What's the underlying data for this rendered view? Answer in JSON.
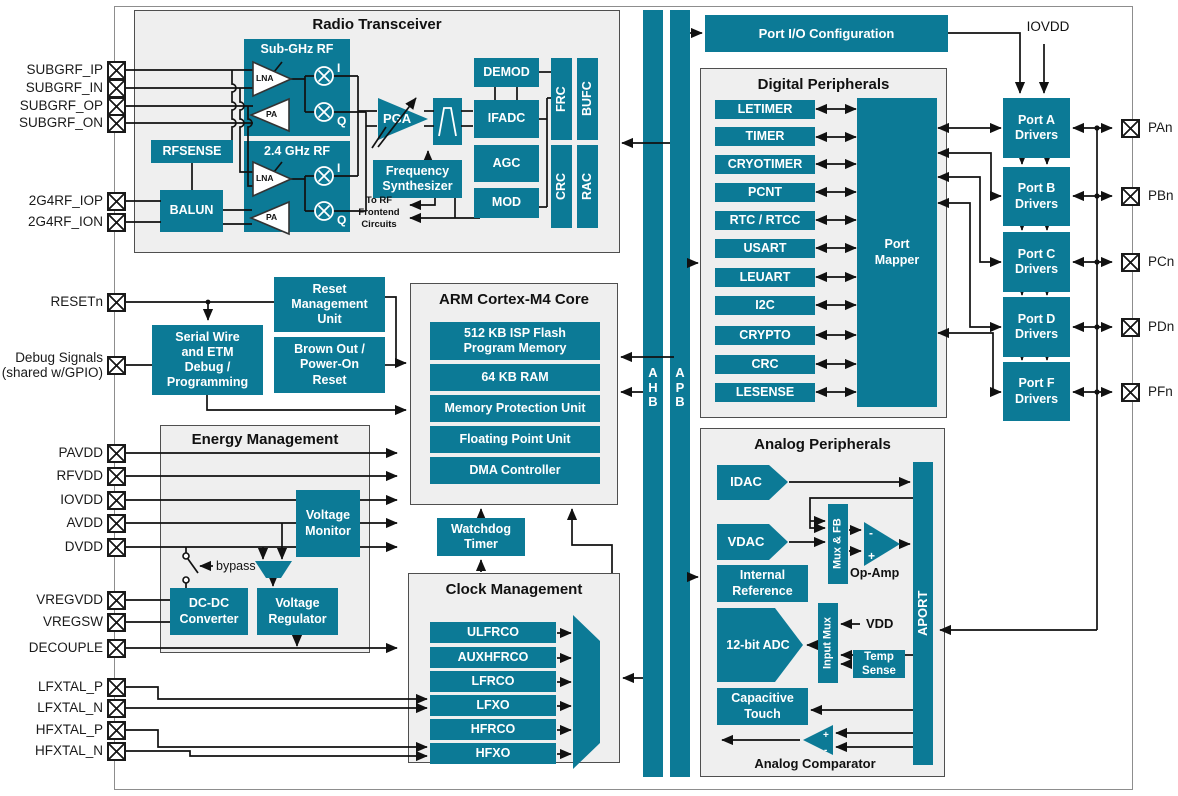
{
  "colors": {
    "teal": "#0c7a96",
    "panel": "#efefef",
    "line": "#1a1a1a"
  },
  "pins_left": [
    "SUBGRF_IP",
    "SUBGRF_IN",
    "SUBGRF_OP",
    "SUBGRF_ON",
    "2G4RF_IOP",
    "2G4RF_ION",
    "RESETn",
    "Debug Signals\n(shared w/GPIO)",
    "PAVDD",
    "RFVDD",
    "IOVDD",
    "AVDD",
    "DVDD",
    "VREGVDD",
    "VREGSW",
    "DECOUPLE",
    "LFXTAL_P",
    "LFXTAL_N",
    "HFXTAL_P",
    "HFXTAL_N"
  ],
  "pins_right": [
    "PAn",
    "PBn",
    "PCn",
    "PDn",
    "PFn"
  ],
  "radio": {
    "title": "Radio Transceiver",
    "subghz": "Sub-GHz RF",
    "ghz24": "2.4 GHz RF",
    "lna": "LNA",
    "pa": "PA",
    "i": "I",
    "q": "Q",
    "rfsense": "RFSENSE",
    "balun": "BALUN",
    "pga": "PGA",
    "freq_synth": "Frequency\nSynthesizer",
    "to_rf": "To RF\nFrontend\nCircuits",
    "demod": "DEMOD",
    "ifadc": "IFADC",
    "agc": "AGC",
    "mod": "MOD",
    "frc": "FRC",
    "bufc": "BUFC",
    "crc": "CRC",
    "rac": "RAC"
  },
  "reset": {
    "rmu": "Reset\nManagement\nUnit",
    "brownout": "Brown Out /\nPower-On\nReset",
    "debug": "Serial Wire\nand ETM\nDebug /\nProgramming"
  },
  "core": {
    "title": "ARM Cortex-M4 Core",
    "rows": [
      "512 KB ISP Flash\nProgram Memory",
      "64 KB RAM",
      "Memory Protection Unit",
      "Floating Point Unit",
      "DMA Controller"
    ]
  },
  "watchdog": "Watchdog\nTimer",
  "energy": {
    "title": "Energy Management",
    "voltage_monitor": "Voltage\nMonitor",
    "dcdc": "DC-DC\nConverter",
    "vreg": "Voltage\nRegulator",
    "bypass": "bypass"
  },
  "clock": {
    "title": "Clock Management",
    "oscillators": [
      "ULFRCO",
      "AUXHFRCO",
      "LFRCO",
      "LFXO",
      "HFRCO",
      "HFXO"
    ]
  },
  "buses": {
    "ahb": "A\nH\nB",
    "apb": "A\nP\nB"
  },
  "port_io": "Port I/O Configuration",
  "iovdd_top": "IOVDD",
  "digital": {
    "title": "Digital Peripherals",
    "items": [
      "LETIMER",
      "TIMER",
      "CRYOTIMER",
      "PCNT",
      "RTC / RTCC",
      "USART",
      "LEUART",
      "I2C",
      "CRYPTO",
      "CRC",
      "LESENSE"
    ],
    "port_mapper": "Port\nMapper"
  },
  "analog": {
    "title": "Analog Peripherals",
    "idac": "IDAC",
    "vdac": "VDAC",
    "mux_fb": "Mux & FB",
    "opamp": "Op-Amp",
    "int_ref": "Internal\nReference",
    "adc": "12-bit ADC",
    "input_mux": "Input Mux",
    "vdd": "VDD",
    "temp": "Temp\nSense",
    "cap_touch": "Capacitive\nTouch",
    "comparator": "Analog Comparator",
    "aport": "APORT"
  },
  "signs": {
    "plus": "+",
    "minus": "-"
  },
  "ports": [
    "Port A\nDrivers",
    "Port B\nDrivers",
    "Port C\nDrivers",
    "Port D\nDrivers",
    "Port F\nDrivers"
  ]
}
